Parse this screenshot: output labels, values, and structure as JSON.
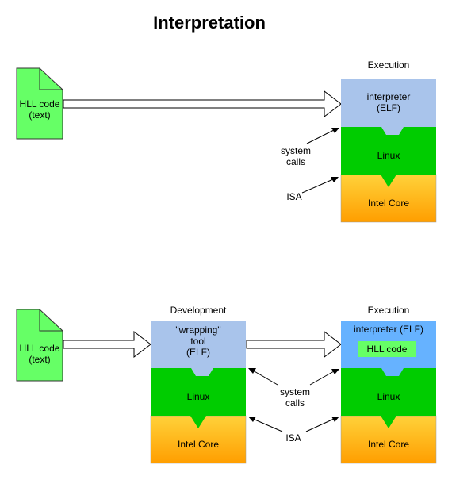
{
  "title": "Interpretation",
  "top": {
    "file_label_line1": "HLL code",
    "file_label_line2": "(text)",
    "execution_heading": "Execution",
    "interpreter_line1": "interpreter",
    "interpreter_line2": "(ELF)",
    "linux": "Linux",
    "cpu": "Intel Core",
    "system_calls_line1": "system",
    "system_calls_line2": "calls",
    "isa": "ISA"
  },
  "bottom": {
    "file_label_line1": "HLL code",
    "file_label_line2": "(text)",
    "development_heading": "Development",
    "execution_heading": "Execution",
    "wrapping_line1": "\"wrapping\"",
    "wrapping_line2": "tool",
    "wrapping_line3": "(ELF)",
    "dev_linux": "Linux",
    "dev_cpu": "Intel Core",
    "interpreter": "interpreter (ELF)",
    "hll_badge": "HLL code",
    "exec_linux": "Linux",
    "exec_cpu": "Intel Core",
    "system_calls_line1": "system",
    "system_calls_line2": "calls",
    "isa": "ISA"
  },
  "colors": {
    "file_fill": "#66ff66",
    "interpreter_fill": "#a9c4eb",
    "interpreter_bright_fill": "#66b2ff",
    "linux_fill": "#00cc00",
    "cpu_top": "#ffd23a",
    "cpu_bottom": "#ff9e00",
    "hll_badge_fill": "#66ff66"
  }
}
